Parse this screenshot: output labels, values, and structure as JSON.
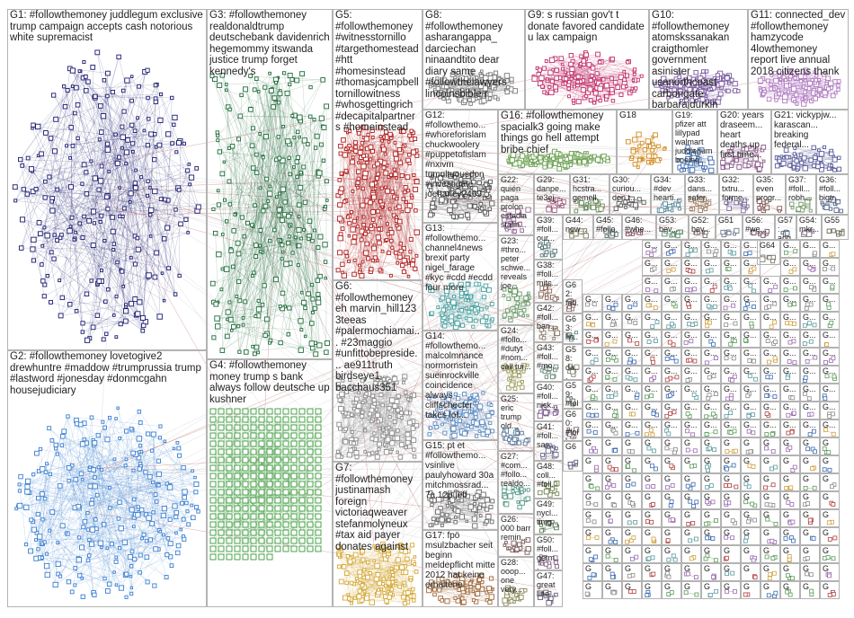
{
  "groups": [
    {
      "id": "G1",
      "label": "G1: #followthemoney juddlegum exclusive trump campaign accepts cash notorious white supremacist",
      "color": "#1a1a6e"
    },
    {
      "id": "G2",
      "label": "G2: #followthemoney lovetogive2 drewhuntre #maddow #trumprussia trump #lastword #jonesday #donmcgahn housejudiciary",
      "color": "#3a7ecf"
    },
    {
      "id": "G3",
      "label": "G3: #followthemoney realdonaldtrump deutschebank davidenrich hegemommy itswanda justice trump forget kennedy's",
      "color": "#1f6b3a"
    },
    {
      "id": "G4",
      "label": "G4: #followthemoney money trump s bank always follow deutsche up kushner",
      "color": "#3a9a3a"
    },
    {
      "id": "G5",
      "label": "G5: #followthemoney #witnesstornillo #targethomestead #htt #homesinstead #thomasjcampbell tornillowitness #whosgettingrich #decapitalpartners #homeinstead",
      "color": "#b01e1e"
    },
    {
      "id": "G6",
      "label": "G6: #followthemoney eh marvin_hill123 3teeas #palermochiamai... #23maggio #unfittobepreside... ae911truth birdseye1 bacchaus351",
      "color": "#8a8a8a"
    },
    {
      "id": "G7",
      "label": "G7: #followthemoney justinamash foreign victoriaqweaver stefanmolyneux #tax aid payer donates against",
      "color": "#d4a836"
    },
    {
      "id": "G8",
      "label": "G8: #followthemoney asharangappa_ darciechan ninaandtito dear diary same #followthelawyers lincolnsbible r",
      "color": "#7a7a7a"
    },
    {
      "id": "G9",
      "label": "G9: s russian gov't t donate favored candidate u lax campaign",
      "color": "#c0306a"
    },
    {
      "id": "G10",
      "label": "G10: #followthemoney atomskssanakan craigthomler government asinister usanorthcoast carbongate barbarajdurkin",
      "color": "#7a5aa0"
    },
    {
      "id": "G11",
      "label": "G11: connected_dev #followthemoney hamzycode 4lowthemoney report live annual 2018 citizens thank",
      "color": "#b07ac0"
    },
    {
      "id": "G12",
      "label": "G12: #followthemo... #whoreforislam chuckwoolery #puppetofislam #nxivm tumultuousdon #investigate joeharley2469...",
      "color": "#555555"
    },
    {
      "id": "G13",
      "label": "G13: #followthemo... channel4news brexit party nigel_farage #kyc #cdd #ecdd four more",
      "color": "#4aa0a0"
    },
    {
      "id": "G14",
      "label": "G14: #followthemo... malcolmnance normornstein sueinrockville coincidence always cliffschecter takes lot...",
      "color": "#5a8ac0"
    },
    {
      "id": "G15",
      "label": "G15: pt et #followthemo... vsinlive paulyhoward 30a mitchmossrad... 7a 12p jeff",
      "color": "#6a6a6a"
    },
    {
      "id": "G16",
      "label": "G16: #followthemoney spacialk3 going make things go hell attempt bribe chief",
      "color": "#6aa050"
    },
    {
      "id": "G17",
      "label": "G17: fpö msulzbacher seit beginn meldepflicht mitte 2012 hat keine erhaltene",
      "color": "#a06a3a"
    },
    {
      "id": "G18",
      "label": "G18",
      "color": "#d08a20"
    },
    {
      "id": "G19",
      "label": "G19: pfizer att lillypad walmart juddlegum boeing...",
      "color": "#3a6ab0"
    },
    {
      "id": "G20",
      "label": "G20: years draseem... heart deaths up first time...",
      "color": "#8a5a8a"
    },
    {
      "id": "G21",
      "label": "G21: vickypjw... karascan... breaking federal...",
      "color": "#5a5a9a"
    },
    {
      "id": "G22",
      "label": "G22: quién paga prolon estadia stalin...",
      "color": "#9a6a9a"
    },
    {
      "id": "G23",
      "label": "G23: #thro... peter schwe... reveals joe...",
      "color": "#6a9a6a"
    },
    {
      "id": "G24",
      "label": "G24: #follo... #dutyt #nom... call tur...",
      "color": "#9a9a5a"
    },
    {
      "id": "G25",
      "label": "G25: eric trump old...",
      "color": "#5a7a9a"
    },
    {
      "id": "G26",
      "label": "G26: 000 barr remin...",
      "color": "#7a5a5a"
    },
    {
      "id": "G27",
      "label": "G27: #com... #follo... realdo...",
      "color": "#5a9a8a"
    },
    {
      "id": "G28",
      "label": "G28: ooop... one very...",
      "color": "#8a8a5a"
    },
    {
      "id": "G29",
      "label": "G29: danpe... te3ej",
      "color": "#9a5a7a"
    },
    {
      "id": "G30",
      "label": "G30: curiou... don t...",
      "color": "#5a5a5a"
    },
    {
      "id": "G31",
      "label": "G31: hcstra... gemell...",
      "color": "#6a8a5a"
    },
    {
      "id": "G32",
      "label": "G32: txtru... forme...",
      "color": "#7a6a9a"
    },
    {
      "id": "G33",
      "label": "G33: dans... safer...",
      "color": "#9a7a5a"
    },
    {
      "id": "G34",
      "label": "G34: #dev hearti...",
      "color": "#5a8a9a"
    },
    {
      "id": "G35",
      "label": "G35: even progr...",
      "color": "#8a5a5a"
    },
    {
      "id": "G36",
      "label": "G36: #foll... bigtr...",
      "color": "#5a6a8a"
    },
    {
      "id": "G37",
      "label": "G37: #foll... robh...",
      "color": "#7a9a6a"
    },
    {
      "id": "G38",
      "label": "G38: #foll... mitc...",
      "color": "#8a6a5a"
    },
    {
      "id": "G39",
      "label": "G39: #foll... our...",
      "color": "#5a7a7a"
    },
    {
      "id": "G40",
      "label": "G40: #foll... nick...",
      "color": "#7a5a8a"
    },
    {
      "id": "G41",
      "label": "G41: #foll... sas...",
      "color": "#6a6a8a"
    },
    {
      "id": "G42",
      "label": "G42: #foll... ban...",
      "color": "#8a7a6a"
    },
    {
      "id": "G43",
      "label": "G43: #foll... #mo...",
      "color": "#6a8a7a"
    },
    {
      "id": "G44",
      "label": "G44: now...",
      "color": "#7a7a5a"
    },
    {
      "id": "G45",
      "label": "G45: #follo...",
      "color": "#5a6a6a"
    },
    {
      "id": "G46",
      "label": "G46: #whe...",
      "color": "#8a5a6a"
    },
    {
      "id": "G47",
      "label": "G47: great line...",
      "color": "#6a5a7a"
    },
    {
      "id": "G48",
      "label": "G48: coll... #foll...",
      "color": "#7a8a5a"
    },
    {
      "id": "G49",
      "label": "G49: nycl... timg...",
      "color": "#5a7a5a"
    },
    {
      "id": "G50",
      "label": "G50: #foll... getm...",
      "color": "#8a6a8a"
    },
    {
      "id": "G51",
      "label": "G51",
      "color": "#6a7a8a"
    },
    {
      "id": "G52",
      "label": "G52: bev...",
      "color": "#7a6a6a"
    },
    {
      "id": "G53",
      "label": "G53: bev...",
      "color": "#5a8a6a"
    },
    {
      "id": "G54",
      "label": "G54: mkr...",
      "color": "#8a7a8a"
    },
    {
      "id": "G55",
      "label": "G55",
      "color": "#6a6a5a"
    },
    {
      "id": "G56",
      "label": "G56: #we...",
      "color": "#7a5a6a"
    },
    {
      "id": "G57",
      "label": "G57: ang...",
      "color": "#5a6a7a"
    },
    {
      "id": "G58",
      "label": "G58: da...",
      "color": "#8a8a7a"
    },
    {
      "id": "G59",
      "label": "G59: #foll... sto...",
      "color": "#6a7a6a"
    },
    {
      "id": "G60",
      "label": "G60: #foll... sto...",
      "color": "#7a6a7a"
    },
    {
      "id": "G61",
      "label": "G6",
      "color": "#5a5a7a"
    },
    {
      "id": "G62",
      "label": "G62: fati...",
      "color": "#8a6a6a"
    },
    {
      "id": "G63",
      "label": "G63: lib...",
      "color": "#6a8a8a"
    },
    {
      "id": "G64",
      "label": "G64",
      "color": "#7a7a6a"
    }
  ],
  "smallGroupLabel": "G",
  "smallGroupCell": "G..."
}
